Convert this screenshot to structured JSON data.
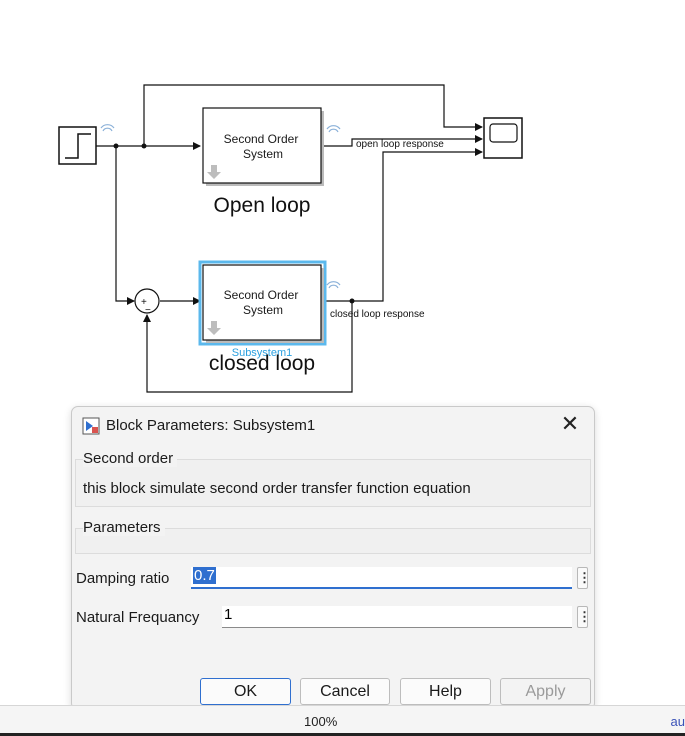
{
  "diagram": {
    "block1_line1": "Second Order",
    "block1_line2": "System",
    "block2_line1": "Second Order",
    "block2_line2": "System",
    "open_loop_label": "Open loop",
    "closed_loop_label": "closed loop",
    "open_signal": "open loop response",
    "closed_signal": "closed loop response",
    "subsystem_name": "Subsystem1",
    "sum_plus": "+",
    "sum_minus": "−"
  },
  "dialog": {
    "title": "Block Parameters: Subsystem1",
    "close_glyph": "✕",
    "group1_title": "Second order",
    "description": "this block simulate second order transfer function equation",
    "group2_title": "Parameters",
    "damping_label": "Damping ratio",
    "damping_value": "0.7",
    "freq_label": "Natural Frequancy",
    "freq_value": "1",
    "kebab_glyph": "⋮",
    "ok_label": "OK",
    "cancel_label": "Cancel",
    "help_label": "Help",
    "apply_label": "Apply"
  },
  "statusbar": {
    "zoom": "100%",
    "right_text": "au"
  },
  "colors": {
    "accent": "#2f6fcf",
    "selection": "#2aa0e0"
  }
}
